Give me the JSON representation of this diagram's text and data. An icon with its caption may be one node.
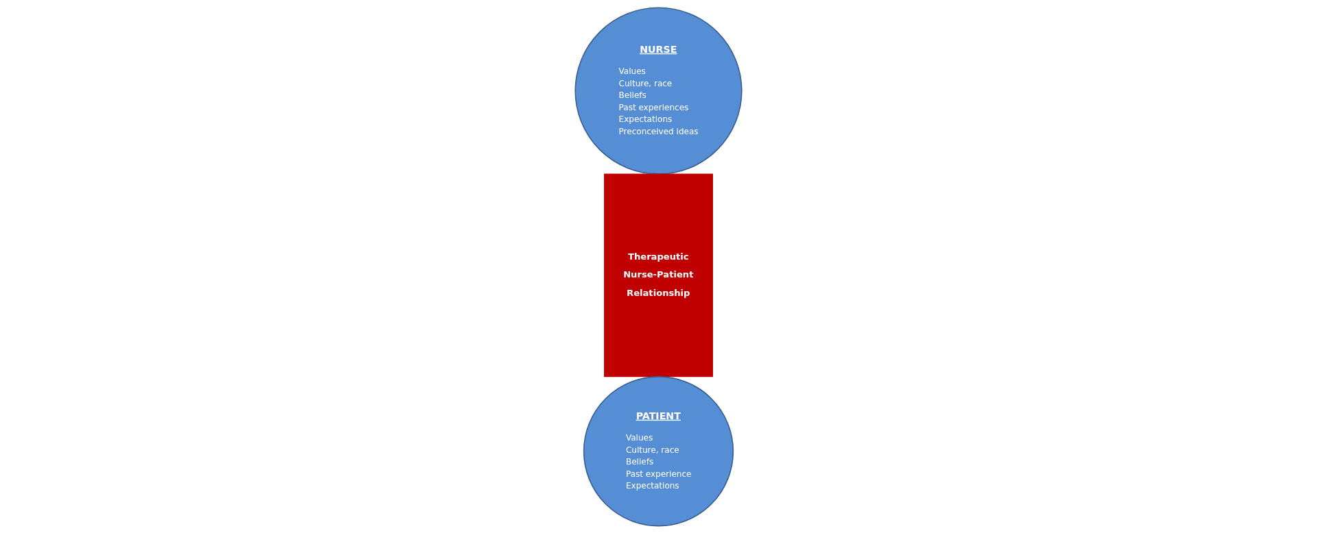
{
  "diagram": {
    "nodes": [
      {
        "text": [
          "NURSE",
          "Values",
          "Culture, race",
          "Beliefs",
          "Past experiences",
          "Expectations",
          "Preconceived ideas"
        ]
      },
      {
        "text": [
          "Therapeutic Nurse-Patient Relationship"
        ]
      },
      {
        "text": [
          "PATIENT",
          "Values",
          "Culture, race",
          "Beliefs",
          "Past experience",
          "Expectations"
        ]
      }
    ],
    "edges": []
  }
}
